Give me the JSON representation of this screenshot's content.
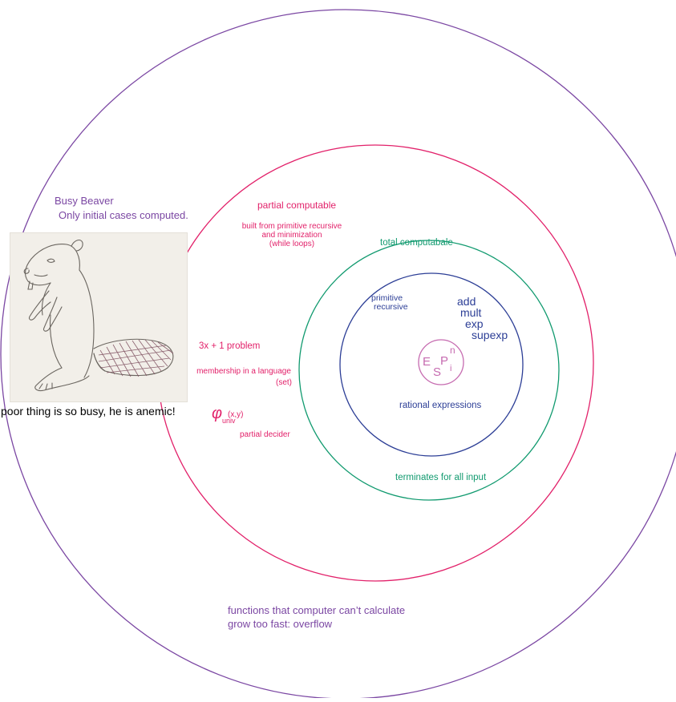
{
  "colors": {
    "outer": "#7b47a3",
    "partial": "#e2216a",
    "total": "#119a6f",
    "primitive": "#2c3e96",
    "pi": "#c66bb0",
    "caption": "#000000"
  },
  "outer": {
    "busy_beaver": "Busy Beaver",
    "initial_cases": "Only initial cases computed.",
    "cant_calculate": "functions that computer can’t calculate",
    "grow_fast": "grow too fast: overflow"
  },
  "beaver": {
    "caption": "poor thing is so busy, he is anemic!"
  },
  "partial": {
    "title": "partial computable",
    "built_line1": "built from primitive recursive",
    "built_line2": "and minimization",
    "built_line3": "(while loops)",
    "collatz": "3x + 1 problem",
    "membership_line1": "membership in a language",
    "membership_line2": "(set)",
    "phi": "φ",
    "phi_sub": "univ",
    "phi_args": "(x,y)",
    "decider": "partial decider"
  },
  "total": {
    "title": "total computabale",
    "terminates": "terminates for all input"
  },
  "primitive": {
    "title_line1": "primitive",
    "title_line2": "recursive",
    "ops": [
      "add",
      "mult",
      "exp",
      "supexp"
    ],
    "rational": "rational expressions"
  },
  "pi_symbol": {
    "E": "E",
    "S": "S",
    "P": "P",
    "n": "n",
    "i": "i"
  }
}
